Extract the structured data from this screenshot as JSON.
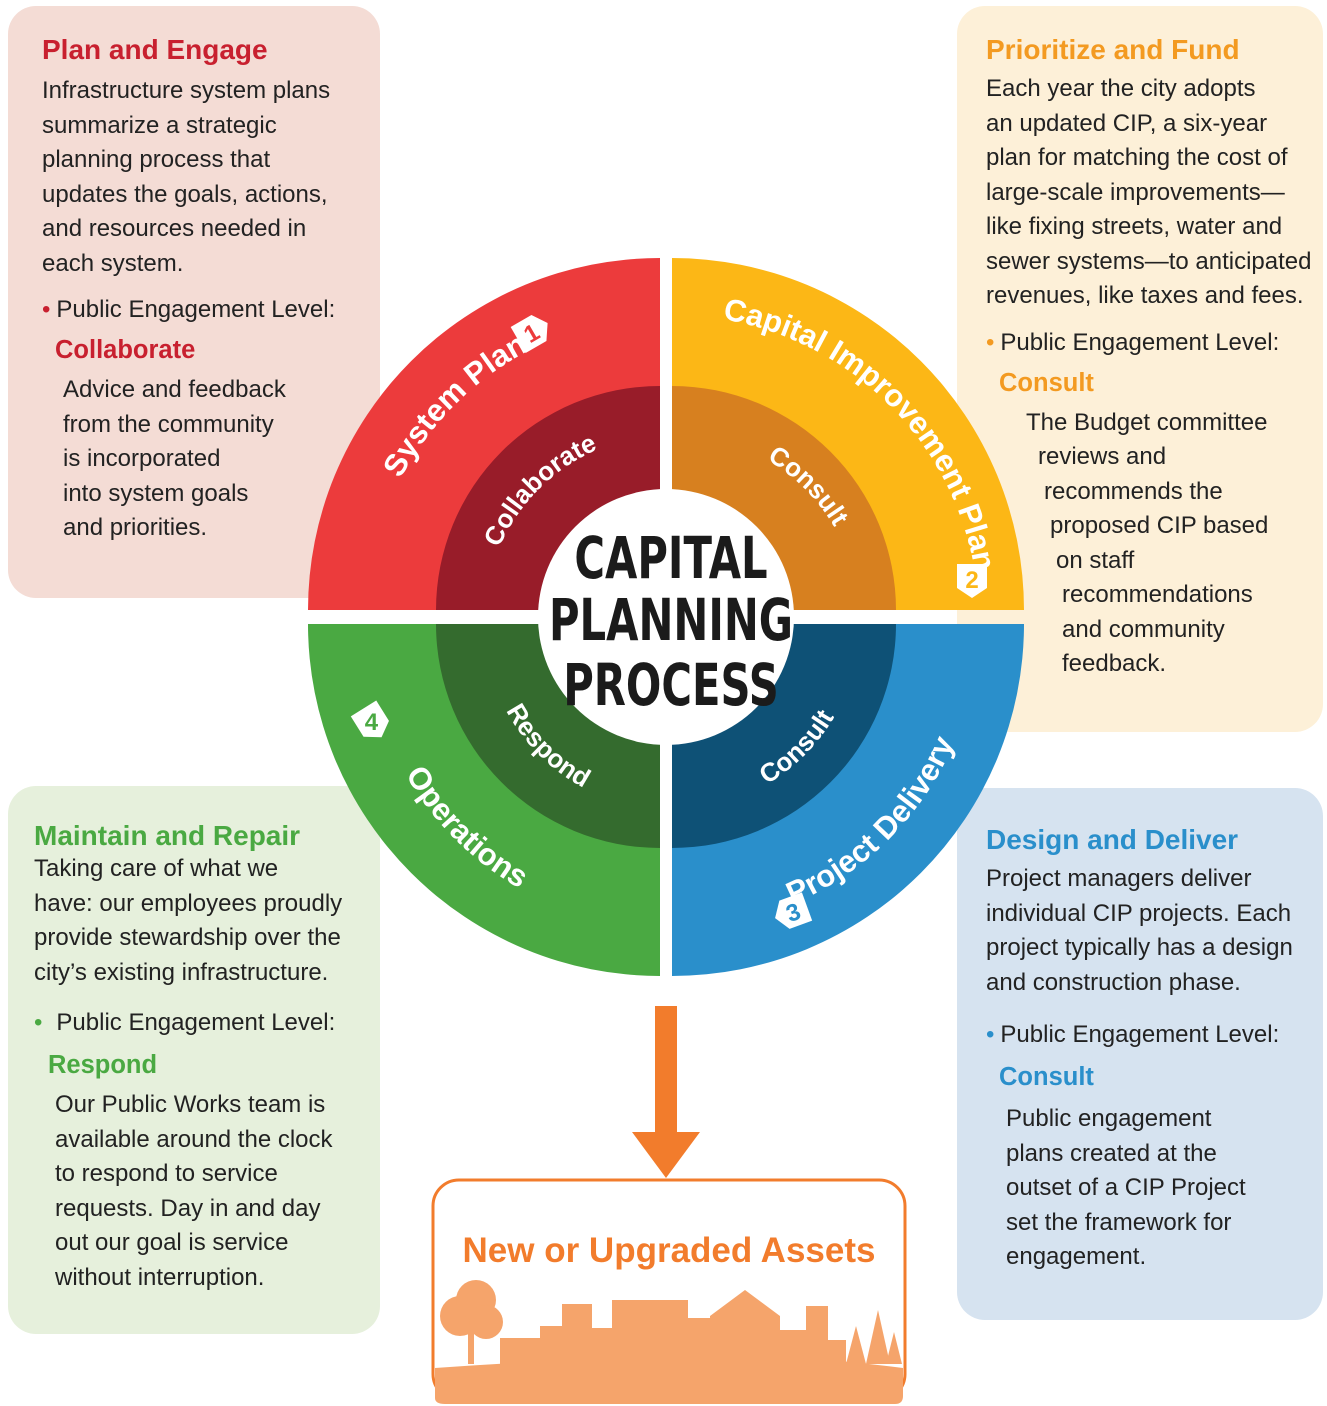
{
  "colors": {
    "red": "#ec3b3c",
    "red_dark": "#981c29",
    "yellow": "#fcb716",
    "yellow_dark": "#d7801f",
    "blue": "#2a8fcb",
    "blue_dark": "#0e5176",
    "green": "#4aa942",
    "green_dark": "#346b2e",
    "orange": "#f27c2c",
    "orange_light": "#f5a46b"
  },
  "center": {
    "lines": [
      "CAPITAL",
      "PLANNING",
      "PROCESS"
    ]
  },
  "ring": {
    "outer": [
      {
        "label": "System Plan",
        "number": "1"
      },
      {
        "label": "Capital Improvement Plan",
        "number": "2"
      },
      {
        "label": "Project Delivery",
        "number": "3"
      },
      {
        "label": "Operations",
        "number": "4"
      }
    ],
    "inner": [
      "Collaborate",
      "Consult",
      "Consult",
      "Respond"
    ]
  },
  "panels": {
    "plan": {
      "title": "Plan and Engage",
      "desc": [
        "Infrastructure system plans",
        "summarize a strategic",
        "planning process that",
        "updates the goals, actions,",
        "and resources needed in",
        "each system."
      ],
      "bullet": "Public Engagement Level:",
      "level": "Collaborate",
      "level_desc": [
        "Advice and feedback",
        "from the community",
        "is incorporated",
        "into system goals",
        "and priorities."
      ]
    },
    "fund": {
      "title": "Prioritize and Fund",
      "desc": [
        "Each year the city adopts",
        "an updated CIP, a six-year",
        "plan for matching the cost of",
        "large-scale improvements—",
        "like fixing streets, water and",
        "sewer systems—to anticipated",
        "revenues, like taxes and fees."
      ],
      "bullet": "Public Engagement Level:",
      "level": "Consult",
      "level_desc": [
        "The Budget committee",
        "reviews and",
        "recommends the",
        "proposed CIP based",
        "on staff",
        "recommendations",
        "and community",
        "feedback."
      ]
    },
    "maintain": {
      "title": "Maintain and Repair",
      "desc": [
        "Taking care of what we",
        "have: our employees proudly",
        "provide stewardship over the",
        "city’s existing infrastructure."
      ],
      "bullet": "Public Engagement Level:",
      "level": "Respond",
      "level_desc": [
        "Our Public Works team is",
        "available around the clock",
        "to respond to service",
        "requests. Day in and day",
        "out our goal is service",
        "without interruption."
      ]
    },
    "deliver": {
      "title": "Design and Deliver",
      "desc": [
        "Project managers deliver",
        "individual CIP projects. Each",
        "project typically has a design",
        "and construction phase."
      ],
      "bullet": "Public Engagement Level:",
      "level": "Consult",
      "level_desc": [
        "Public engagement",
        "plans created at the",
        "outset of a CIP Project",
        "set the framework for",
        "engagement."
      ]
    }
  },
  "result": {
    "label": "New or Upgraded Assets"
  }
}
